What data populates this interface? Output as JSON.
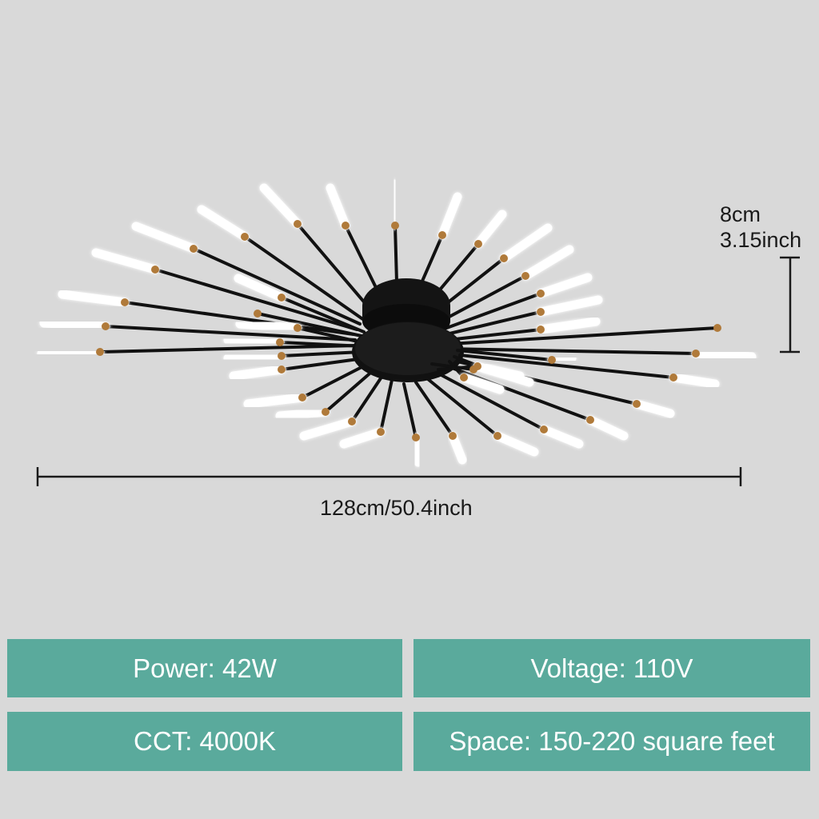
{
  "dimensions": {
    "height_cm": "8cm",
    "height_inch": "3.15inch",
    "width": "128cm/50.4inch"
  },
  "specs": {
    "power": "Power: 42W",
    "voltage": "Voltage: 110V",
    "cct": "CCT: 4000K",
    "space": "Space: 150-220 square feet"
  },
  "colors": {
    "background": "#d9d9d9",
    "spec_box": "#5aaa9c",
    "spec_text": "#ffffff",
    "fixture_body": "#111111",
    "socket_brass": "#b07a3a",
    "bulb_glow": "#ffffff"
  }
}
